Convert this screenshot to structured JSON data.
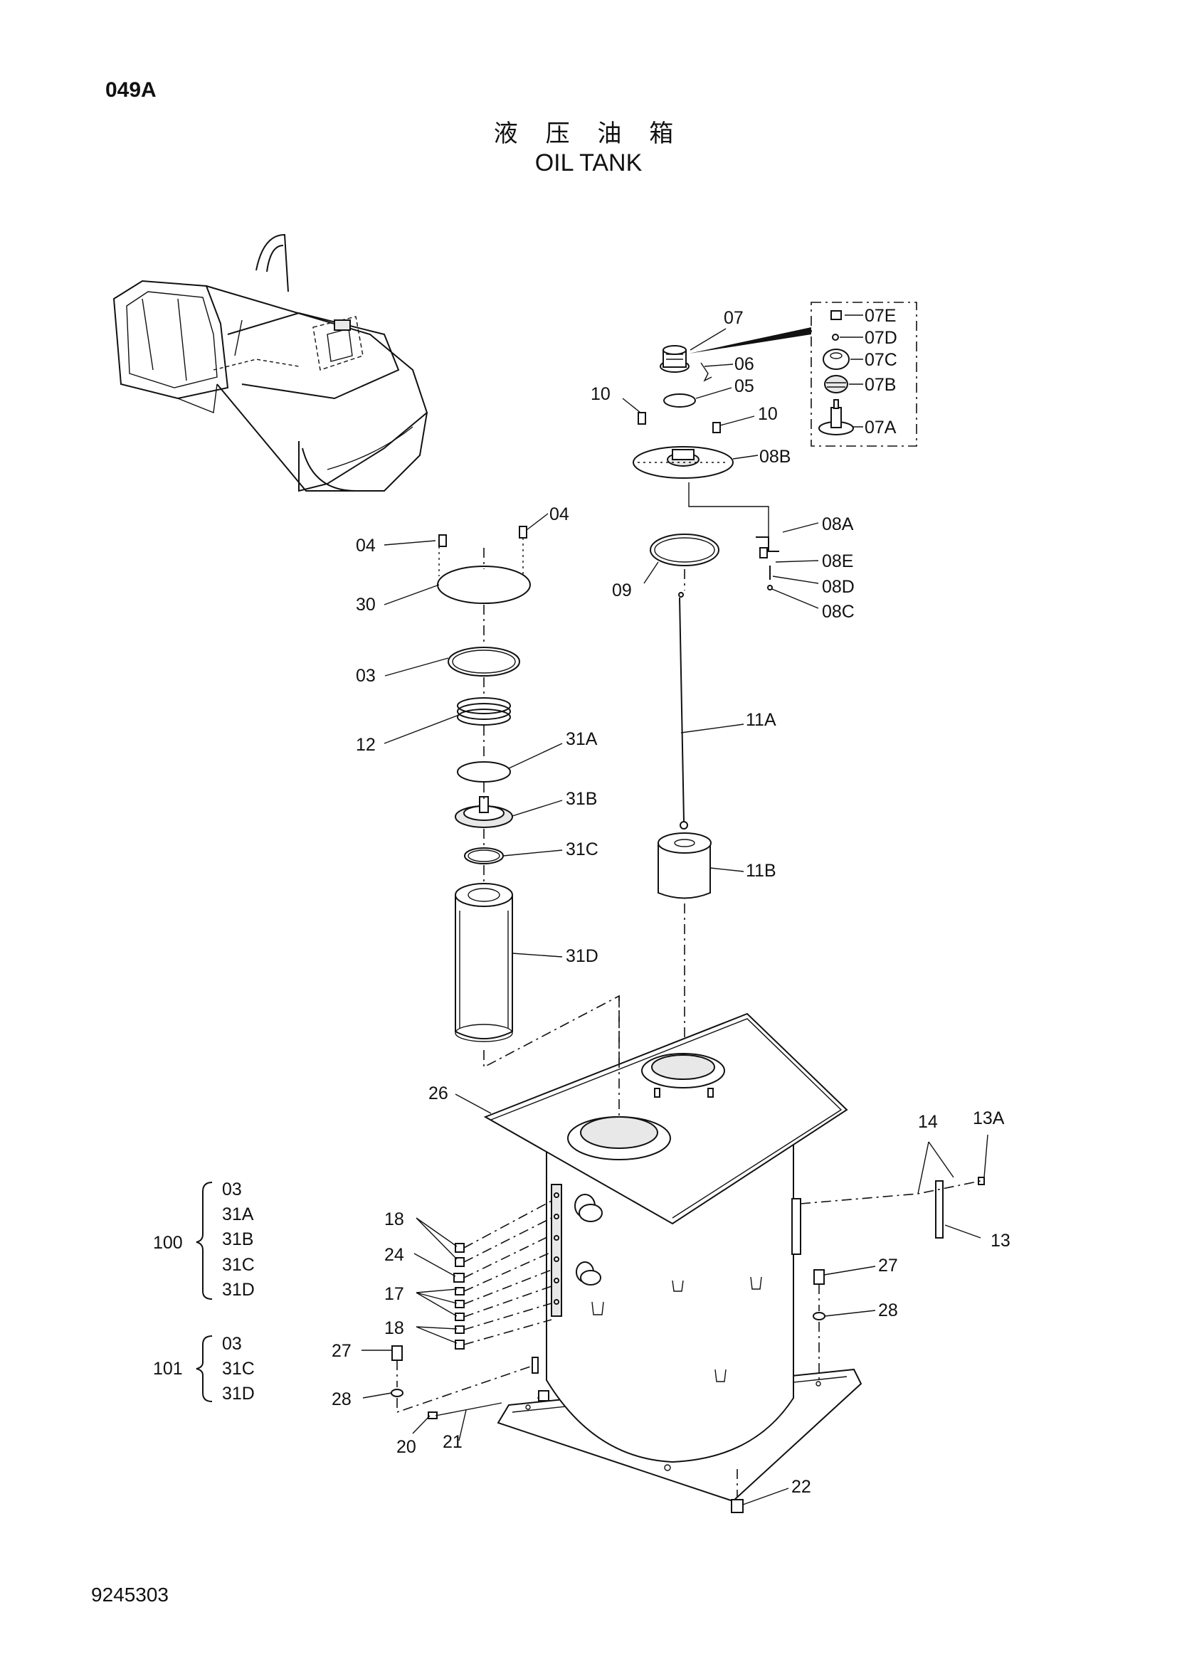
{
  "page_id": "049A",
  "title_cn": "液 压 油 箱",
  "title_en": "OIL TANK",
  "drawing_number": "9245303",
  "callouts": {
    "p07": "07",
    "p07E": "07E",
    "p07D": "07D",
    "p07C": "07C",
    "p07B": "07B",
    "p07A": "07A",
    "p06": "06",
    "p05": "05",
    "p10a": "10",
    "p10b": "10",
    "p08B": "08B",
    "p04a": "04",
    "p04b": "04",
    "p08A": "08A",
    "p08E": "08E",
    "p08D": "08D",
    "p08C": "08C",
    "p30": "30",
    "p09": "09",
    "p03": "03",
    "p12": "12",
    "p11A": "11A",
    "p31A": "31A",
    "p31B": "31B",
    "p31C": "31C",
    "p31D": "31D",
    "p11B": "11B",
    "p26": "26",
    "p14": "14",
    "p13A": "13A",
    "p13": "13",
    "p18a": "18",
    "p24": "24",
    "p17": "17",
    "p18b": "18",
    "p27a": "27",
    "p28a": "28",
    "p27b": "27",
    "p28b": "28",
    "p20": "20",
    "p21": "21",
    "p22": "22"
  },
  "kits": [
    {
      "number": "100",
      "items": [
        "03",
        "31A",
        "31B",
        "31C",
        "31D"
      ]
    },
    {
      "number": "101",
      "items": [
        "03",
        "31C",
        "31D"
      ]
    }
  ]
}
